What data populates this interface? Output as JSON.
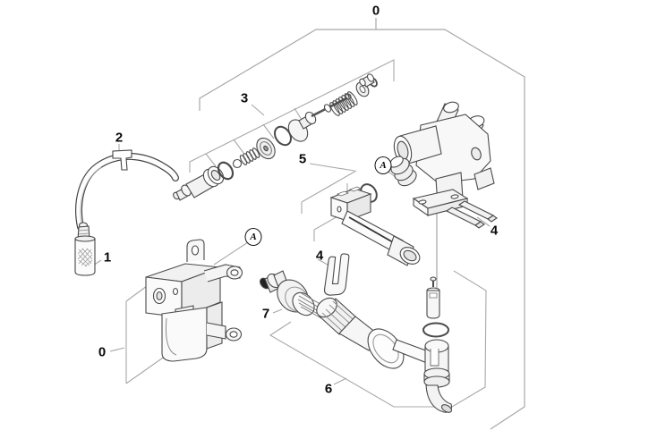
{
  "diagram": {
    "type": "exploded-parts-diagram",
    "subject": "pressure-washer control head exploded view",
    "background_color": "#ffffff",
    "line_color": "#3f3f3f",
    "frame_color": "#a8a8a8",
    "callouts": [
      {
        "id": "group-0-top",
        "text": "0",
        "kind": "group"
      },
      {
        "id": "part-3",
        "text": "3",
        "kind": "part"
      },
      {
        "id": "part-2",
        "text": "2",
        "kind": "part"
      },
      {
        "id": "part-5",
        "text": "5",
        "kind": "part"
      },
      {
        "id": "view-a-right",
        "text": "A",
        "kind": "view-marker"
      },
      {
        "id": "part-4-right",
        "text": "4",
        "kind": "part"
      },
      {
        "id": "part-1",
        "text": "1",
        "kind": "part"
      },
      {
        "id": "view-a-left",
        "text": "A",
        "kind": "view-marker"
      },
      {
        "id": "part-4-mid",
        "text": "4",
        "kind": "part"
      },
      {
        "id": "part-7",
        "text": "7",
        "kind": "part"
      },
      {
        "id": "group-0-left",
        "text": "0",
        "kind": "group"
      },
      {
        "id": "part-6",
        "text": "6",
        "kind": "part"
      }
    ]
  }
}
